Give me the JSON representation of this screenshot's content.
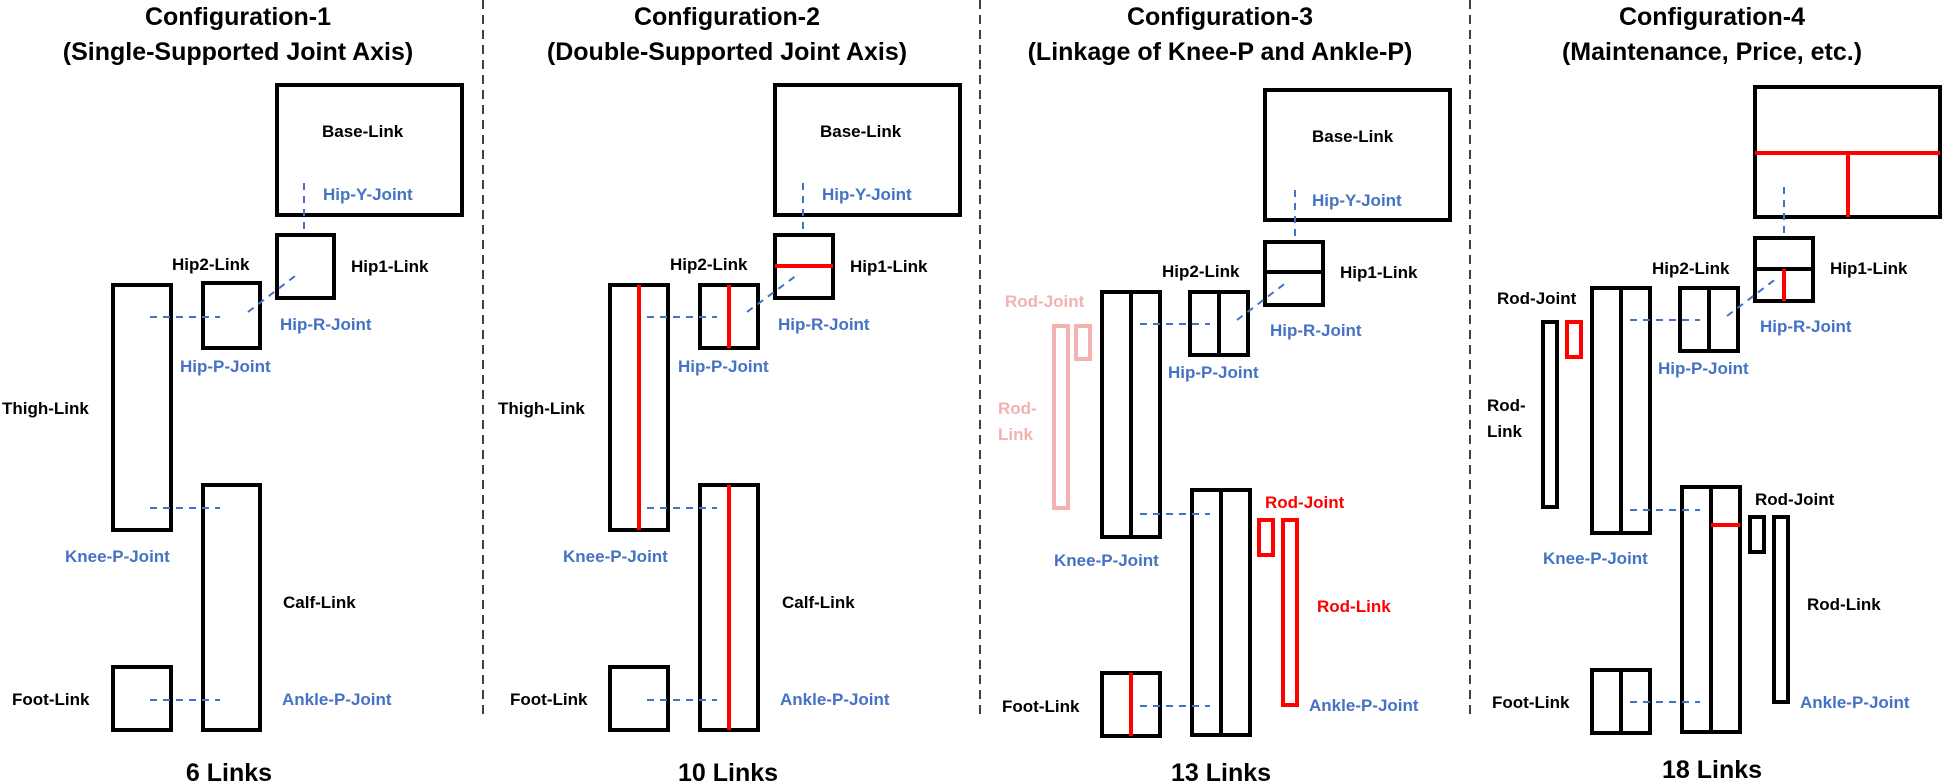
{
  "colors": {
    "link": "#000000",
    "joint": "#4472c4",
    "highlight": "#ff0000",
    "faded_rod": "#f4b1b1"
  },
  "configs": [
    {
      "title": "Configuration-1",
      "subtitle": "(Single-Supported Joint Axis)",
      "links_count": "6 Links",
      "labels": {
        "base_link": "Base-Link",
        "hip_y_joint": "Hip-Y-Joint",
        "hip1_link": "Hip1-Link",
        "hip2_link": "Hip2-Link",
        "hip_r_joint": "Hip-R-Joint",
        "hip_p_joint": "Hip-P-Joint",
        "thigh_link": "Thigh-Link",
        "knee_p_joint": "Knee-P-Joint",
        "calf_link": "Calf-Link",
        "foot_link": "Foot-Link",
        "ankle_p_joint": "Ankle-P-Joint"
      }
    },
    {
      "title": "Configuration-2",
      "subtitle": "(Double-Supported Joint Axis)",
      "links_count": "10 Links",
      "labels": {
        "base_link": "Base-Link",
        "hip_y_joint": "Hip-Y-Joint",
        "hip1_link": "Hip1-Link",
        "hip2_link": "Hip2-Link",
        "hip_r_joint": "Hip-R-Joint",
        "hip_p_joint": "Hip-P-Joint",
        "thigh_link": "Thigh-Link",
        "knee_p_joint": "Knee-P-Joint",
        "calf_link": "Calf-Link",
        "foot_link": "Foot-Link",
        "ankle_p_joint": "Ankle-P-Joint"
      }
    },
    {
      "title": "Configuration-3",
      "subtitle": "(Linkage of Knee-P and Ankle-P)",
      "links_count": "13 Links",
      "labels": {
        "base_link": "Base-Link",
        "hip_y_joint": "Hip-Y-Joint",
        "hip1_link": "Hip1-Link",
        "hip2_link": "Hip2-Link",
        "hip_r_joint": "Hip-R-Joint",
        "hip_p_joint": "Hip-P-Joint",
        "knee_p_joint": "Knee-P-Joint",
        "foot_link": "Foot-Link",
        "ankle_p_joint": "Ankle-P-Joint",
        "rod_joint_upper": "Rod-Joint",
        "rod_link_upper_1": "Rod-",
        "rod_link_upper_2": "Link",
        "rod_joint_lower": "Rod-Joint",
        "rod_link_lower": "Rod-Link"
      }
    },
    {
      "title": "Configuration-4",
      "subtitle": "(Maintenance, Price, etc.)",
      "links_count": "18 Links",
      "labels": {
        "hip1_link": "Hip1-Link",
        "hip2_link": "Hip2-Link",
        "hip_r_joint": "Hip-R-Joint",
        "hip_p_joint": "Hip-P-Joint",
        "knee_p_joint": "Knee-P-Joint",
        "foot_link": "Foot-Link",
        "ankle_p_joint": "Ankle-P-Joint",
        "rod_joint_upper": "Rod-Joint",
        "rod_link_upper_1": "Rod-",
        "rod_link_upper_2": "Link",
        "rod_joint_lower": "Rod-Joint",
        "rod_link_lower": "Rod-Link"
      }
    }
  ]
}
